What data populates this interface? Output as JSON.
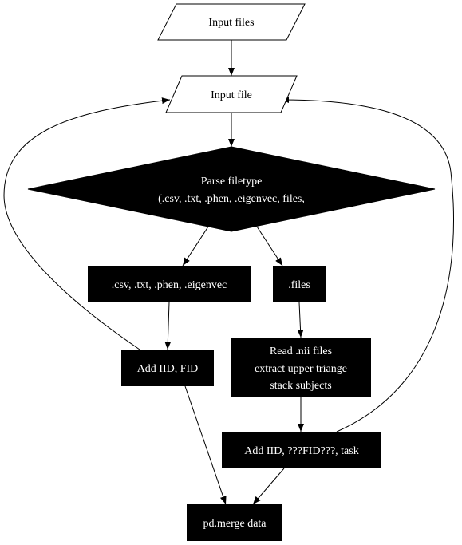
{
  "nodes": {
    "input_files": {
      "lines": [
        "Input files"
      ]
    },
    "input_file": {
      "lines": [
        "Input file"
      ]
    },
    "parse": {
      "lines": [
        "Parse filetype",
        "(.csv, .txt, .phen, .eigenvec, files,"
      ]
    },
    "csv": {
      "lines": [
        ".csv, .txt, .phen, .eigenvec"
      ]
    },
    "files": {
      "lines": [
        ".files"
      ]
    },
    "add_iid_fid": {
      "lines": [
        "Add IID, FID"
      ]
    },
    "read_nii": {
      "lines": [
        "Read .nii files",
        "extract upper triange",
        "stack subjects"
      ]
    },
    "add_iid_task": {
      "lines": [
        "Add IID, ???FID???, task"
      ]
    },
    "merge": {
      "lines": [
        "pd.merge data"
      ]
    }
  },
  "edges": [
    {
      "from": "input_files",
      "to": "input_file"
    },
    {
      "from": "input_file",
      "to": "parse"
    },
    {
      "from": "parse",
      "to": "csv"
    },
    {
      "from": "parse",
      "to": "files"
    },
    {
      "from": "csv",
      "to": "add_iid_fid"
    },
    {
      "from": "files",
      "to": "read_nii"
    },
    {
      "from": "read_nii",
      "to": "add_iid_task"
    },
    {
      "from": "add_iid_fid",
      "to": "merge"
    },
    {
      "from": "add_iid_task",
      "to": "merge"
    },
    {
      "from": "add_iid_fid",
      "to": "input_file"
    },
    {
      "from": "add_iid_task",
      "to": "input_file"
    }
  ],
  "colors": {
    "node_fill": "#000000",
    "node_text": "#ffffff",
    "io_fill": "#ffffff",
    "io_text": "#000000",
    "edge": "#000000"
  }
}
